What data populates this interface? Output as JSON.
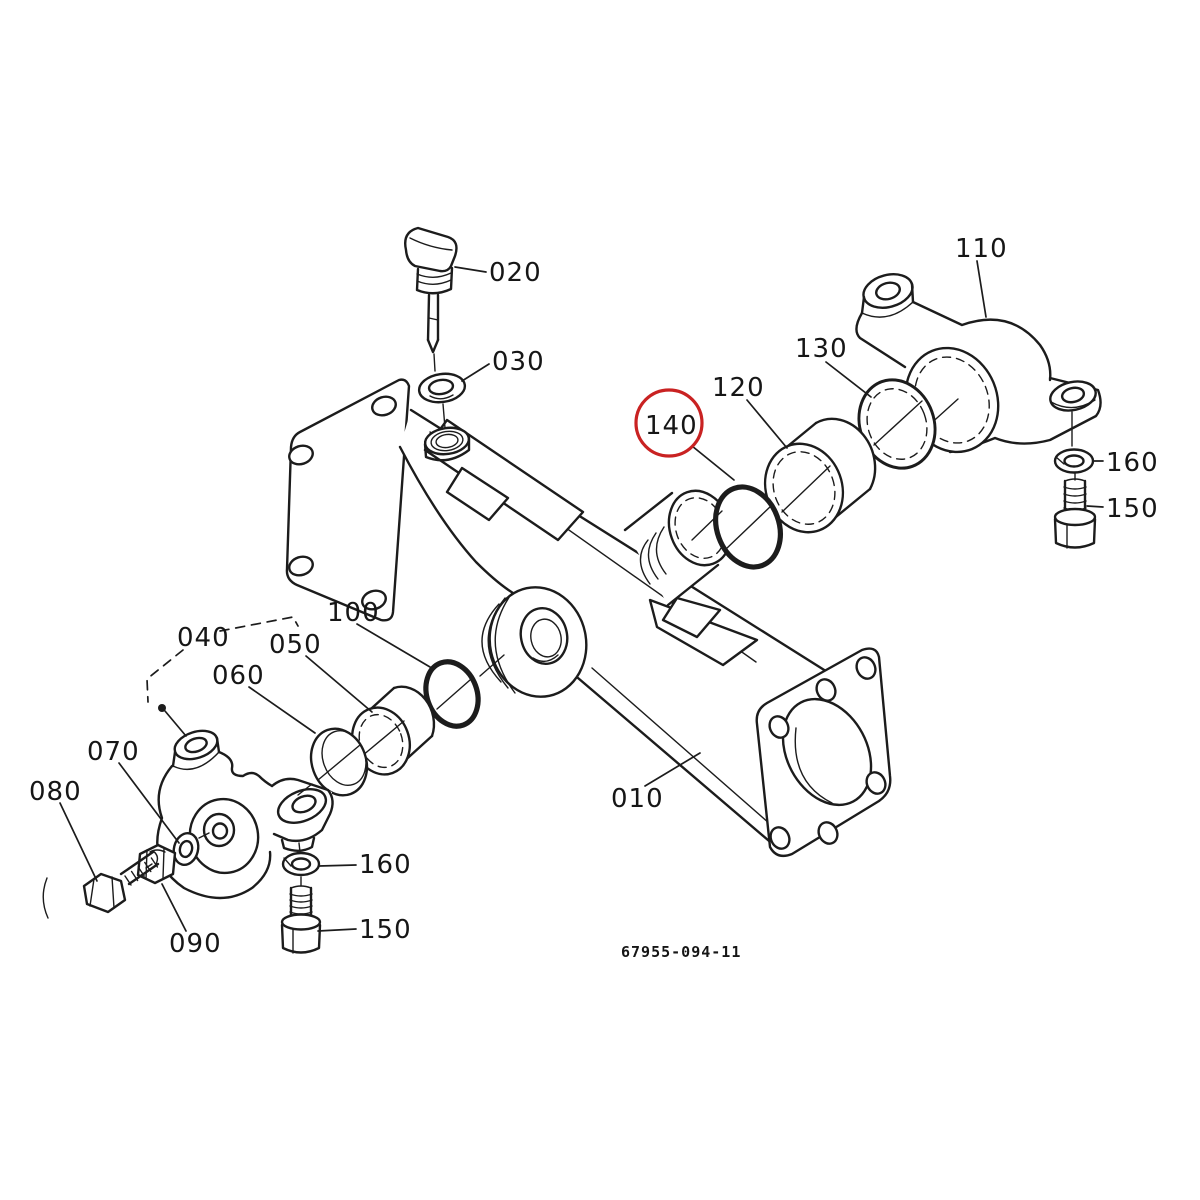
{
  "diagram": {
    "kind": "exploded-parts-diagram",
    "background_color": "#ffffff",
    "line_color": "#1c1c1c",
    "highlight_color": "#c92222",
    "highlighted_ref": "140",
    "drawing_number": "67955-094-11",
    "callouts": [
      {
        "ref": "010",
        "part": "axle-case-housing"
      },
      {
        "ref": "020",
        "part": "dipstick-plug"
      },
      {
        "ref": "030",
        "part": "seal-washer"
      },
      {
        "ref": "040",
        "part": "knuckle-bracket-assembly"
      },
      {
        "ref": "050",
        "part": "bushing"
      },
      {
        "ref": "060",
        "part": "thrust-collar"
      },
      {
        "ref": "070",
        "part": "plain-washer"
      },
      {
        "ref": "080",
        "part": "hex-bolt"
      },
      {
        "ref": "090",
        "part": "hex-nut"
      },
      {
        "ref": "100",
        "part": "o-ring"
      },
      {
        "ref": "110",
        "part": "support-bracket"
      },
      {
        "ref": "120",
        "part": "bushing"
      },
      {
        "ref": "130",
        "part": "seal-ring"
      },
      {
        "ref": "140",
        "part": "o-ring",
        "highlighted": true
      },
      {
        "ref": "150",
        "part": "bolt-upper-right"
      },
      {
        "ref": "160",
        "part": "lock-washer-upper-right"
      },
      {
        "ref": "150",
        "part": "bolt-lower-left"
      },
      {
        "ref": "160",
        "part": "lock-washer-lower-left"
      }
    ]
  }
}
